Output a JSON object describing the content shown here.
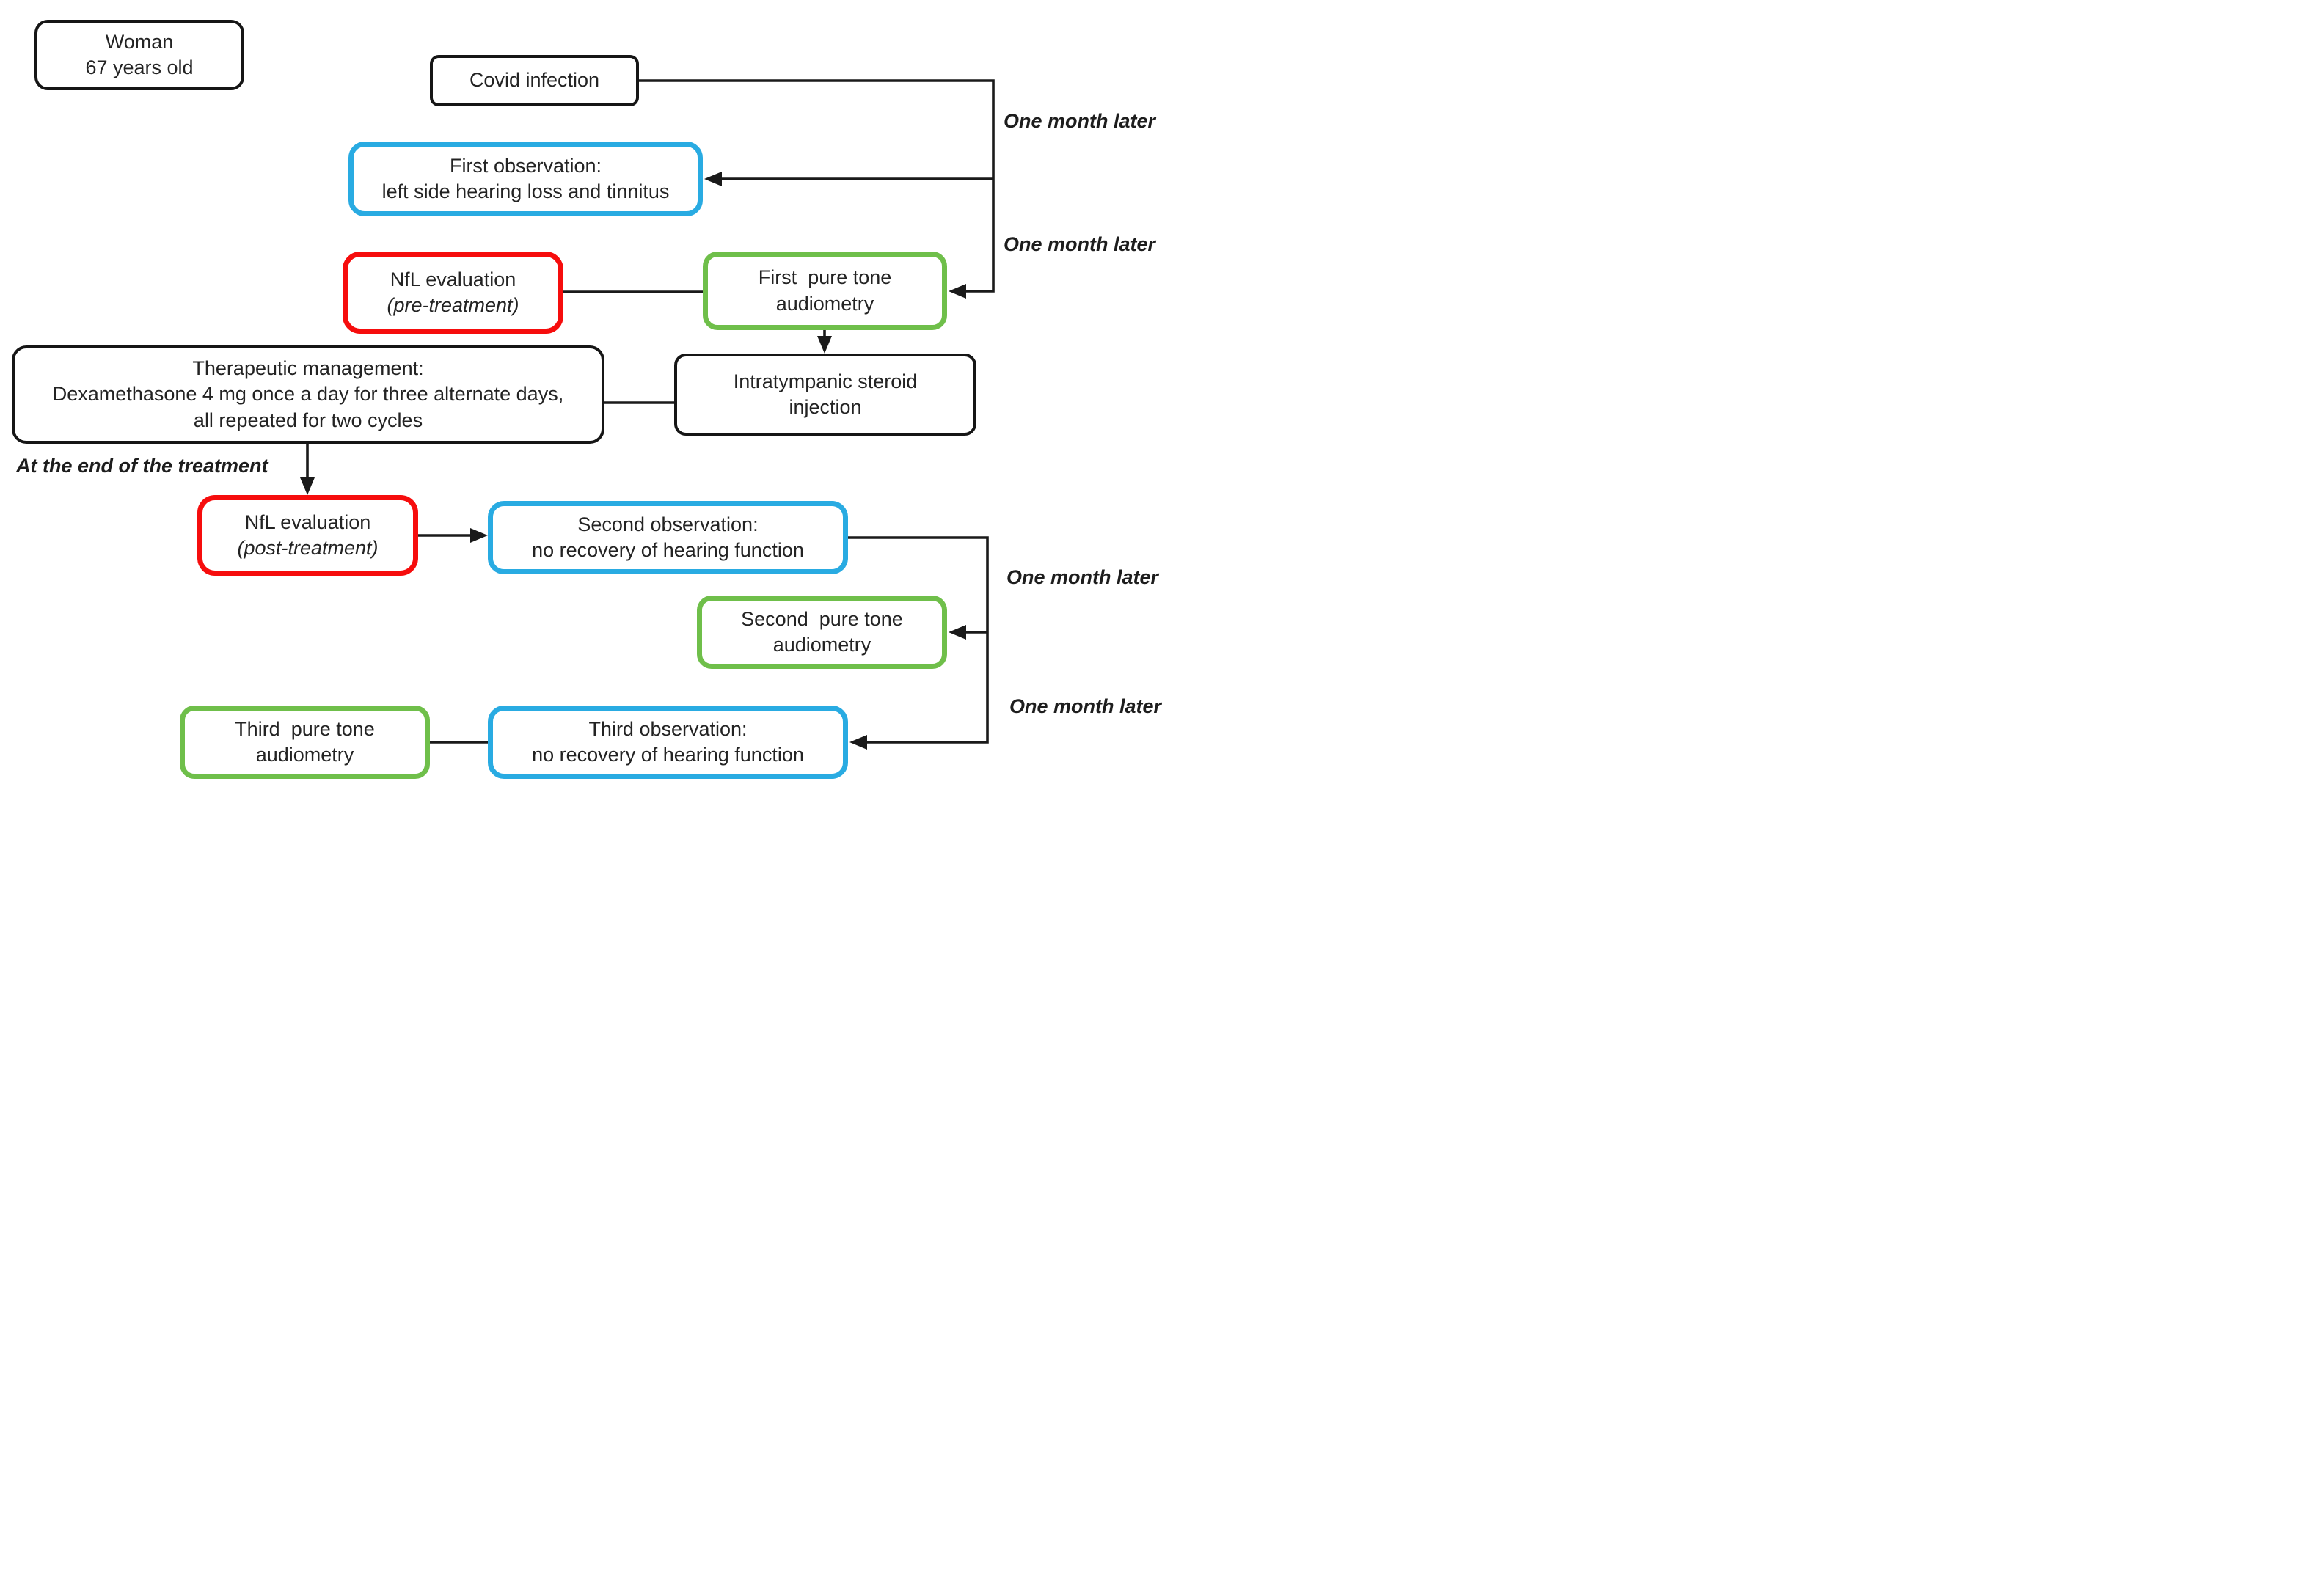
{
  "nodes": {
    "patient": {
      "lines": [
        "Woman",
        "67 years old"
      ]
    },
    "covid": {
      "lines": [
        "Covid infection"
      ]
    },
    "first_observation": {
      "lines": [
        "First observation:",
        "left side hearing loss and tinnitus"
      ]
    },
    "nfl_pre": {
      "lines": [
        "NfL evaluation",
        "(pre-treatment)"
      ]
    },
    "first_audiometry": {
      "lines": [
        "First  pure tone",
        "audiometry"
      ]
    },
    "therapeutic": {
      "lines": [
        "Therapeutic management:",
        "Dexamethasone 4 mg once a day for three alternate days,",
        "all repeated for two cycles"
      ]
    },
    "intratympanic": {
      "lines": [
        "Intratympanic steroid",
        "injection"
      ]
    },
    "nfl_post": {
      "lines": [
        "NfL evaluation",
        "(post-treatment)"
      ]
    },
    "second_observation": {
      "lines": [
        "Second observation:",
        "no recovery of hearing function"
      ]
    },
    "second_audiometry": {
      "lines": [
        "Second  pure tone",
        "audiometry"
      ]
    },
    "third_audiometry": {
      "lines": [
        "Third  pure tone",
        "audiometry"
      ]
    },
    "third_observation": {
      "lines": [
        "Third observation:",
        "no recovery of hearing function"
      ]
    }
  },
  "labels": {
    "one_month_later_1": "One month later",
    "one_month_later_2": "One month later",
    "one_month_later_3": "One month later",
    "one_month_later_4": "One month later",
    "at_end_of_treatment": "At the end of the treatment"
  },
  "colors": {
    "connector": "#1a1a1a",
    "black_box_border": "#161616",
    "observation_box_border": "#29abe2",
    "nfl_box_border": "#f60d0d",
    "audiometry_box_border": "#6fbf4a",
    "text": "#232323"
  }
}
